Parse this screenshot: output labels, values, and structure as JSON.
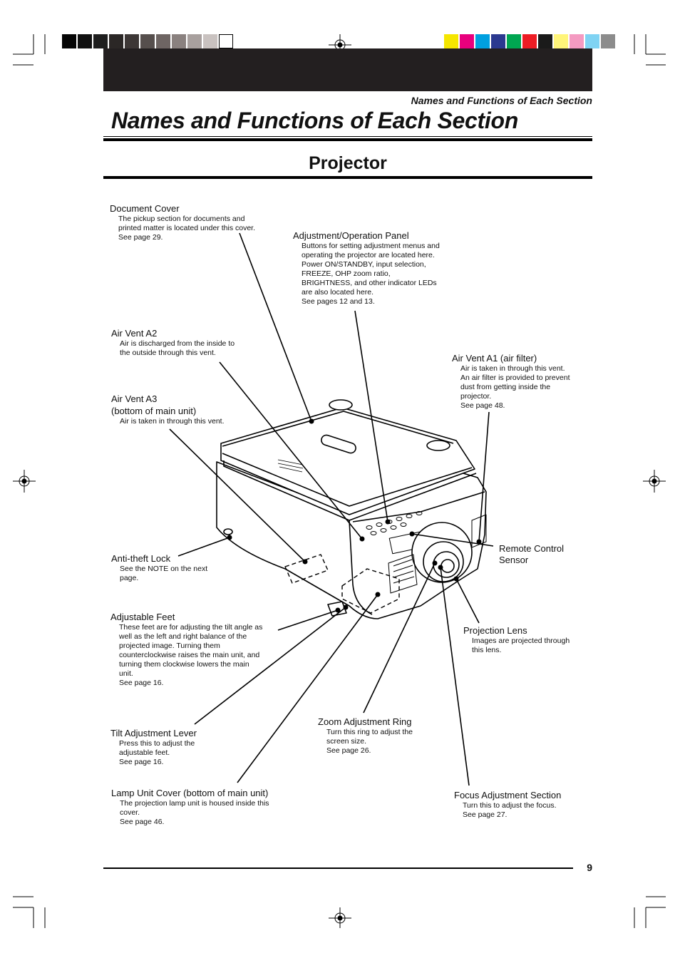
{
  "header": {
    "running_title": "Names and Functions of Each Section",
    "page_title": "Names and Functions of Each Section",
    "section_title": "Projector"
  },
  "color_bar": {
    "grays": [
      "#050505",
      "#111111",
      "#1e1e1e",
      "#2b2726",
      "#3d3736",
      "#564f4d",
      "#6e6563",
      "#8a817f",
      "#a8a09e",
      "#c9c2c0",
      "#ffffff"
    ],
    "colors": [
      "#f5e600",
      "#e8007d",
      "#00a0e0",
      "#2b3990",
      "#00a651",
      "#ed1c24",
      "#1a1a1a",
      "#fff57a",
      "#f49ac1",
      "#7fd3f3",
      "#8c8c8c"
    ]
  },
  "callouts": {
    "document_cover": {
      "title": "Document Cover",
      "body": "The pickup section for documents and\nprinted matter is located under this cover.\nSee page 29."
    },
    "adjustment_panel": {
      "title": "Adjustment/Operation Panel",
      "body": "Buttons for setting adjustment menus and\noperating the projector are located here.\nPower ON/STANDBY, input selection,\nFREEZE, OHP zoom ratio,\nBRIGHTNESS, and other indicator LEDs\nare also located here.\nSee pages 12 and 13."
    },
    "air_vent_a2": {
      "title": "Air Vent A2",
      "body": "Air is discharged from the inside to\nthe outside through this vent."
    },
    "air_vent_a1": {
      "title": "Air Vent A1 (air filter)",
      "body": "Air is taken in through this vent.\nAn air filter is provided to prevent\ndust from getting inside the\nprojector.\nSee page 48."
    },
    "air_vent_a3": {
      "title": "Air Vent A3\n(bottom of main unit)",
      "body": "Air is taken in through this vent."
    },
    "anti_theft": {
      "title": "Anti-theft Lock",
      "body": "See the NOTE on the next\npage."
    },
    "remote_sensor": {
      "title": "Remote Control\nSensor",
      "body": ""
    },
    "adjustable_feet": {
      "title": "Adjustable Feet",
      "body": "These feet are for adjusting the tilt angle as\nwell as the left and right balance of the\nprojected image. Turning them\ncounterclockwise raises the main unit, and\nturning them clockwise lowers the main\nunit.\nSee page 16."
    },
    "projection_lens": {
      "title": "Projection Lens",
      "body": "Images are projected through\nthis lens."
    },
    "zoom_ring": {
      "title": "Zoom Adjustment Ring",
      "body": "Turn this ring to adjust the\nscreen size.\nSee page 26."
    },
    "tilt_lever": {
      "title": "Tilt Adjustment Lever",
      "body": "Press this to adjust the\nadjustable feet.\nSee page 16."
    },
    "lamp_cover": {
      "title": "Lamp Unit Cover (bottom of main unit)",
      "body": "The projection lamp unit is housed inside this\ncover.\nSee page 46."
    },
    "focus_section": {
      "title": "Focus Adjustment Section",
      "body": "Turn this to adjust the focus.\nSee page 27."
    }
  },
  "footer": {
    "page_number": "9"
  }
}
